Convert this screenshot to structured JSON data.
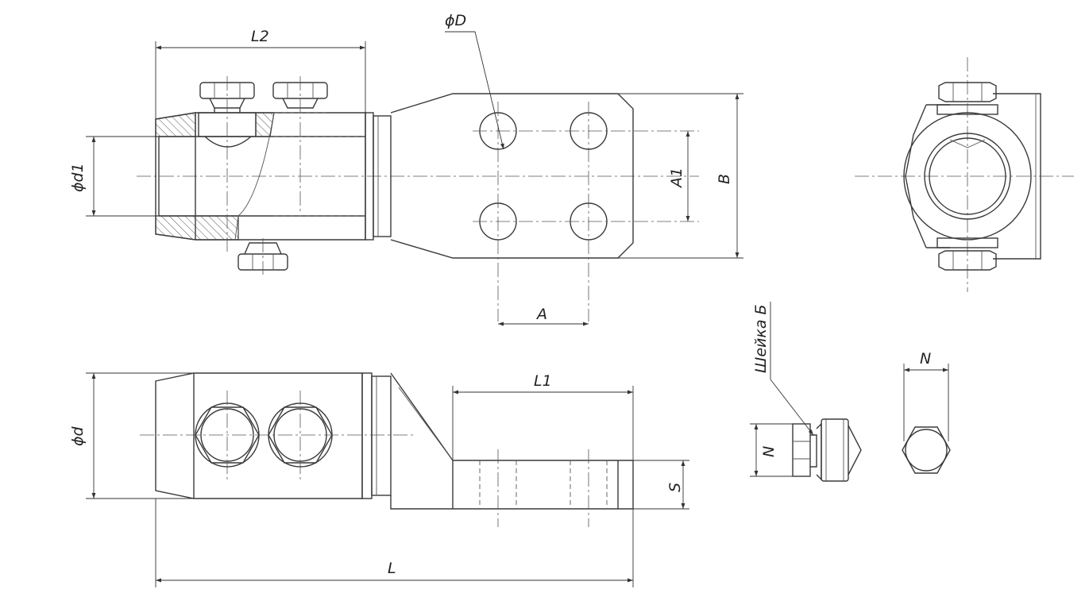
{
  "labels": {
    "L2": "L2",
    "D": "ϕD",
    "d1": "ϕd1",
    "A1": "A1",
    "B": "B",
    "A": "A",
    "L1": "L1",
    "d": "ϕd",
    "S": "S",
    "L": "L",
    "neck": "Шейка Б",
    "N_side": "N",
    "N_top": "N"
  }
}
